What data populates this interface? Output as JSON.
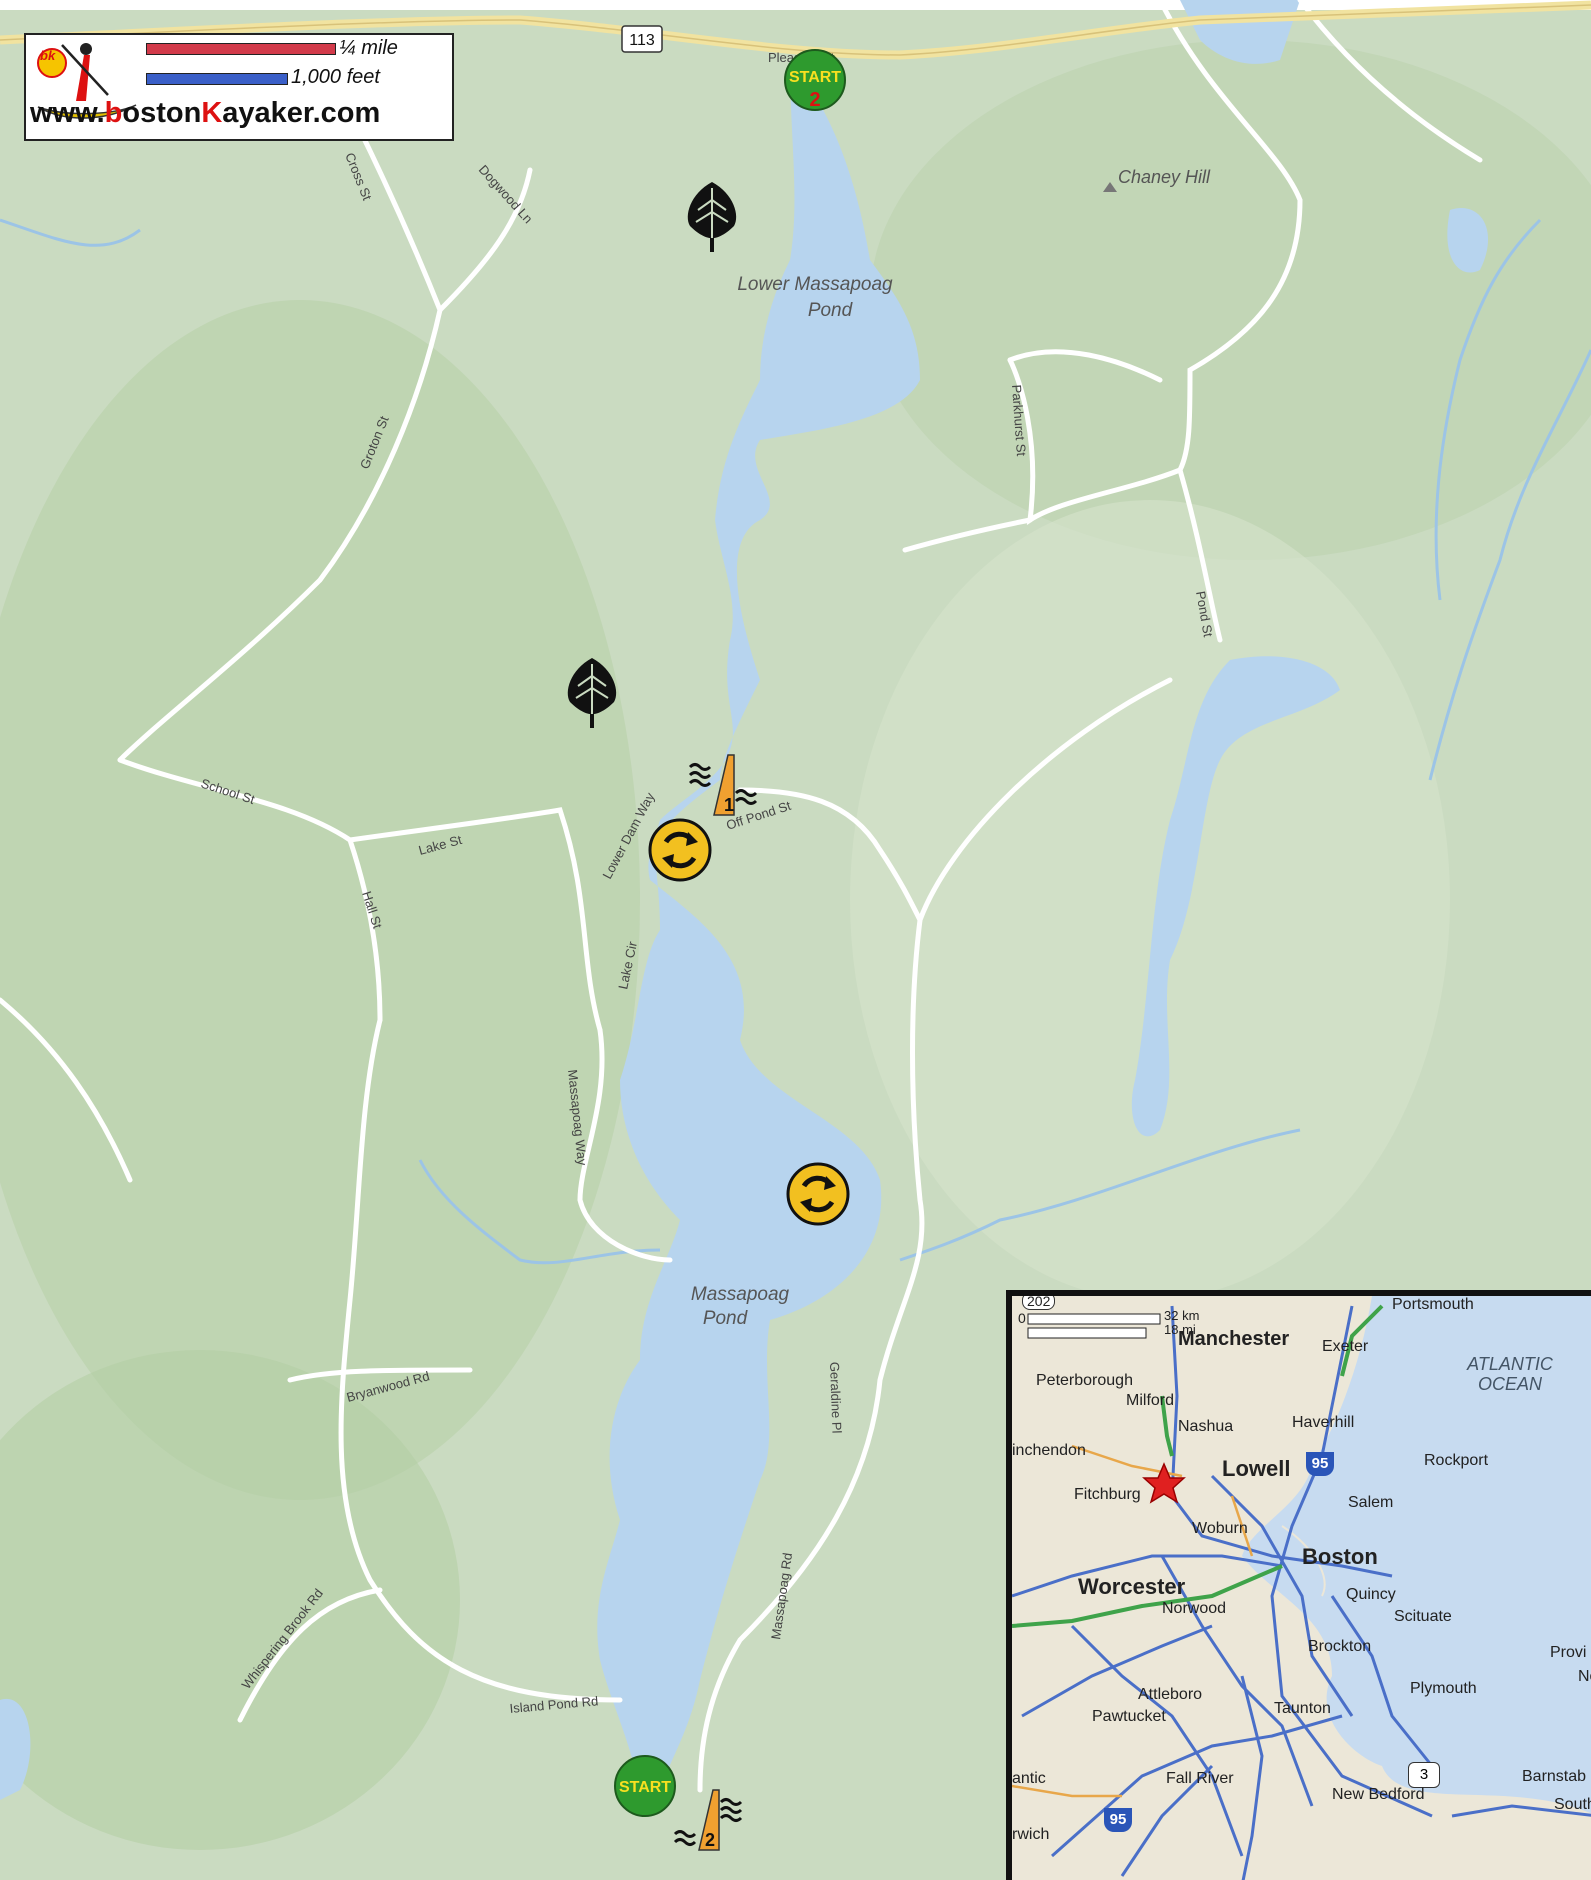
{
  "map": {
    "highway_shield": "113",
    "water_labels": [
      "Lower Massapoag",
      "Pond",
      "Massapoag",
      "Pond"
    ],
    "hill_label": "Chaney Hill",
    "roads": [
      "Pleasant St",
      "Cross St",
      "Dogwood Ln",
      "Groton St",
      "Parkhurst St",
      "Pond St",
      "School St",
      "Lake St",
      "Hall St",
      "Lower Dam Way",
      "Off Pond St",
      "Lake Cir",
      "Massapoag Way",
      "Bryanwood Rd",
      "Geraldine Pl",
      "Massapoag Rd",
      "Whispering Brook Rd",
      "Island Pond Rd"
    ],
    "markers": {
      "start1": "START",
      "start2_top": "START",
      "start2_num": "2",
      "dam1_num": "1",
      "dam2_num": "2"
    },
    "icons": [
      "tree-icon",
      "dam-icon",
      "rotation-icon",
      "start-marker-icon"
    ]
  },
  "legend": {
    "scale_mile": "¼ mile",
    "scale_feet": "1,000 feet",
    "site_prefix": "www.",
    "site_b": "b",
    "site_mid": "oston",
    "site_k": "K",
    "site_suffix": "ayaker.com",
    "logo_text": "bk"
  },
  "inset": {
    "scale_km": "32 km",
    "scale_mi": "18 mi",
    "scale_zero": "0",
    "route_202": "202",
    "route_95_top": "95",
    "route_95_bottom": "95",
    "route_3": "3",
    "ocean": "ATLANTIC OCEAN",
    "cities": {
      "portsmouth": "Portsmouth",
      "manchester": "Manchester",
      "exeter": "Exeter",
      "peterborough": "Peterborough",
      "milford": "Milford",
      "nashua": "Nashua",
      "haverhill": "Haverhill",
      "winchendon": "inchendon",
      "lowell": "Lowell",
      "rockport": "Rockport",
      "fitchburg": "Fitchburg",
      "salem": "Salem",
      "woburn": "Woburn",
      "boston": "Boston",
      "worcester": "Worcester",
      "quincy": "Quincy",
      "norwood": "Norwood",
      "scituate": "Scituate",
      "brockton": "Brockton",
      "providence": "Provi",
      "no": "No",
      "plymouth": "Plymouth",
      "attleboro": "Attleboro",
      "pawtucket": "Pawtucket",
      "taunton": "Taunton",
      "fallriver": "Fall River",
      "newbedford": "New Bedford",
      "barnstable": "Barnstab",
      "south": "South",
      "antic": "antic",
      "rwich": "rwich"
    }
  },
  "colors": {
    "water": "#b7d4ee",
    "land": "#c9dcc0",
    "start_green": "#2e9a2e",
    "dam_orange": "#f0a030",
    "rotate_yellow": "#f2c020",
    "scale_red": "#d23a4a",
    "scale_blue": "#3a5fc8"
  }
}
